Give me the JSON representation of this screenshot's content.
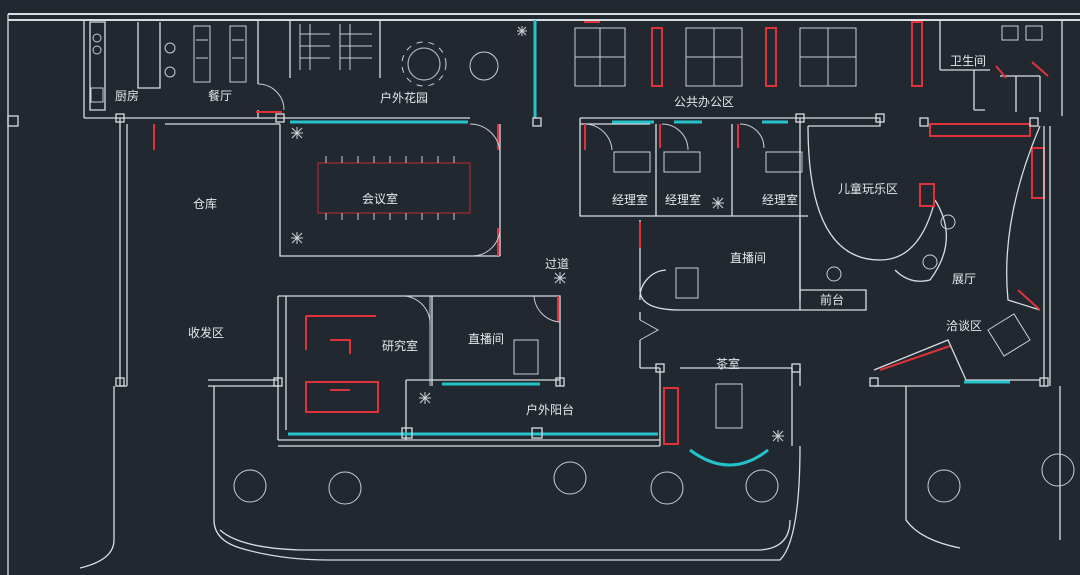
{
  "plan": {
    "rooms": [
      {
        "id": "kitchen",
        "label": "厨房"
      },
      {
        "id": "dining",
        "label": "餐厅"
      },
      {
        "id": "outdoor-garden",
        "label": "户外花园"
      },
      {
        "id": "open-office",
        "label": "公共办公区"
      },
      {
        "id": "restroom",
        "label": "卫生间"
      },
      {
        "id": "warehouse",
        "label": "仓库"
      },
      {
        "id": "meeting-room",
        "label": "会议室"
      },
      {
        "id": "manager-office-1",
        "label": "经理室"
      },
      {
        "id": "manager-office-2",
        "label": "经理室"
      },
      {
        "id": "manager-office-3",
        "label": "经理室"
      },
      {
        "id": "kids-play-area",
        "label": "儿童玩乐区"
      },
      {
        "id": "corridor",
        "label": "过道"
      },
      {
        "id": "live-room-1",
        "label": "直播间"
      },
      {
        "id": "front-desk",
        "label": "前台"
      },
      {
        "id": "hall",
        "label": "展厅"
      },
      {
        "id": "receiving-area",
        "label": "收发区"
      },
      {
        "id": "research-room",
        "label": "研究室"
      },
      {
        "id": "live-room-2",
        "label": "直播间"
      },
      {
        "id": "negotiation-area",
        "label": "洽谈区"
      },
      {
        "id": "tea-room",
        "label": "茶室"
      },
      {
        "id": "outdoor-balcony",
        "label": "户外阳台"
      }
    ],
    "colors": {
      "background": "#212830",
      "wall": "#d8dde2",
      "partition": "#e0323a",
      "glass": "#23c3c9"
    }
  }
}
